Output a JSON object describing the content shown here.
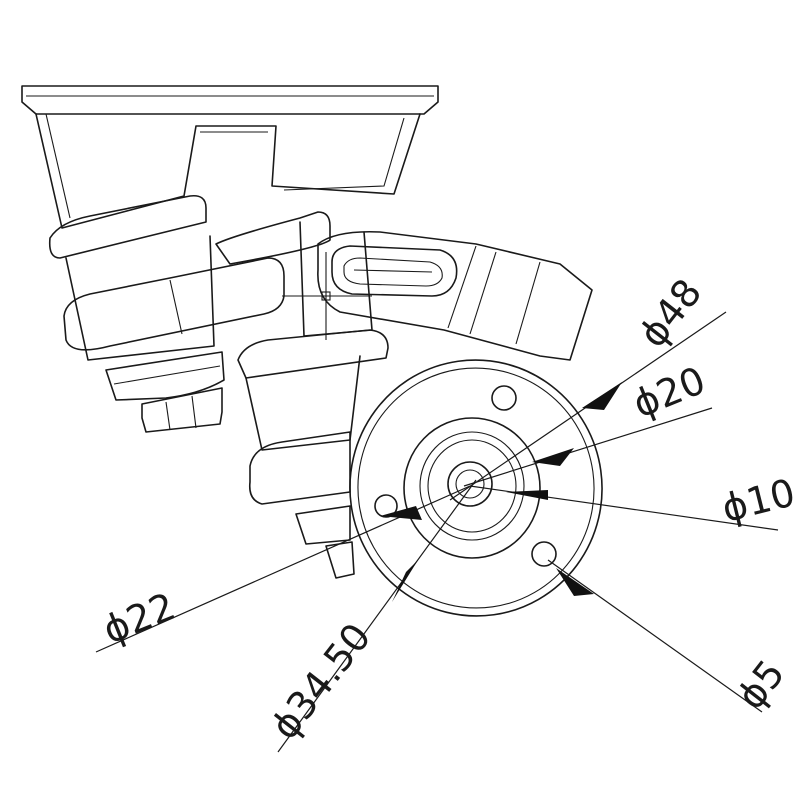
{
  "drawing": {
    "subject": "swivel caster wheel",
    "line_color": "#1a1a1a",
    "background_color": "#ffffff"
  },
  "dimensions": [
    {
      "id": "d48",
      "text": "ϕ48"
    },
    {
      "id": "d20",
      "text": "ϕ20"
    },
    {
      "id": "d10",
      "text": "ϕ10"
    },
    {
      "id": "d5",
      "text": "ϕ5"
    },
    {
      "id": "d34",
      "text": "ϕ34.50"
    },
    {
      "id": "d22",
      "text": "ϕ22"
    }
  ]
}
